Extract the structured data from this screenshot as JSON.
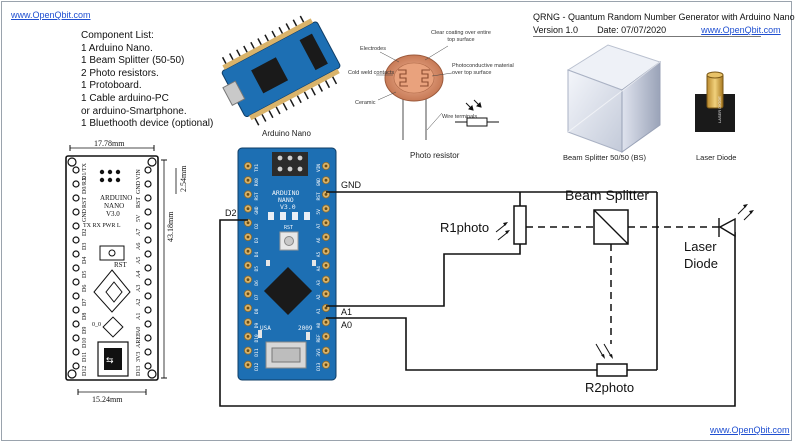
{
  "header": {
    "top_link": "www.OpenQbit.com",
    "title": "QRNG - Quantum Random Number Generator with Arduino Nano",
    "version": "Version 1.0",
    "date": "Date: 07/07/2020",
    "right_link": "www.OpenQbit.com",
    "footer_link": "www.OpenQbit.com"
  },
  "component_list": {
    "heading": "Component List:",
    "items": [
      "1 Arduino Nano.",
      "1 Beam Splitter (50-50)",
      "2 Photo resistors.",
      "1 Protoboard.",
      "1 Cable arduino-PC",
      "or arduino-Smartphone.",
      "1 Bluethooth device (optional)"
    ]
  },
  "images": {
    "arduino_caption": "Arduino Nano",
    "photoresistor_caption": "Photo resistor",
    "photoresistor_labels": {
      "electrodes": "Electrodes",
      "clear_coating": "Clear coating over entire top surface",
      "cold_weld": "Cold weld contacts",
      "photoconductive": "Photoconductive material over top surface",
      "ceramic": "Ceramic",
      "wire_terminals": "Wire terminals"
    },
    "beam_splitter_caption": "Beam Splitter 50/50 (BS)",
    "laser_caption": "Laser Diode",
    "laser_body_text": "LASER DIODE"
  },
  "pinout": {
    "width_label": "17.78mm",
    "height_label": "43.18mm",
    "pitch_label": "2.54mm",
    "bottom_label": "15.24mm",
    "board_title": [
      "ARDUINO",
      "NANO",
      "V3.0"
    ],
    "rst_label": "RST",
    "leds_label": "TX RX PWR L",
    "origin_label": "0_0",
    "left_pins": [
      "D1/TX",
      "D0/RX",
      "RST",
      "GND",
      "D2",
      "D3",
      "D4",
      "D5",
      "D6",
      "D7",
      "D8",
      "D9",
      "D10",
      "D11",
      "D12"
    ],
    "right_pins": [
      "VIN",
      "GND",
      "RST",
      "5V",
      "A7",
      "A6",
      "A5",
      "A4",
      "A3",
      "A2",
      "A1",
      "A0",
      "AREF",
      "3V3",
      "D13"
    ]
  },
  "nano_board": {
    "silk": [
      "ARDUINO",
      "NANO",
      "V3.0"
    ],
    "usa_label": "USA",
    "year_label": "2009",
    "rst_label": "RST",
    "left_pins": [
      "TX1",
      "RX0",
      "RST",
      "GND",
      "D2",
      "D3",
      "D4",
      "D5",
      "D6",
      "D7",
      "D8",
      "D9",
      "D10",
      "D11",
      "D12"
    ],
    "right_pins": [
      "VIN",
      "GND",
      "RST",
      "5V",
      "A7",
      "A6",
      "A5",
      "A4",
      "A3",
      "A2",
      "A1",
      "A0",
      "REF",
      "3V3",
      "D13"
    ]
  },
  "schematic": {
    "gnd_label": "GND",
    "d2_label": "D2",
    "a1_label": "A1",
    "a0_label": "A0",
    "r1_label": "R1photo",
    "r2_label": "R2photo",
    "bs_label": "Beam Splitter",
    "laser_label_1": "Laser",
    "laser_label_2": "Diode"
  },
  "colors": {
    "board_blue": "#1d6fb3",
    "chip_black": "#1a1a1a",
    "link_blue": "#1f4fd1",
    "pin_gold": "#d9b36a",
    "laser_gold": "#d6a548"
  }
}
